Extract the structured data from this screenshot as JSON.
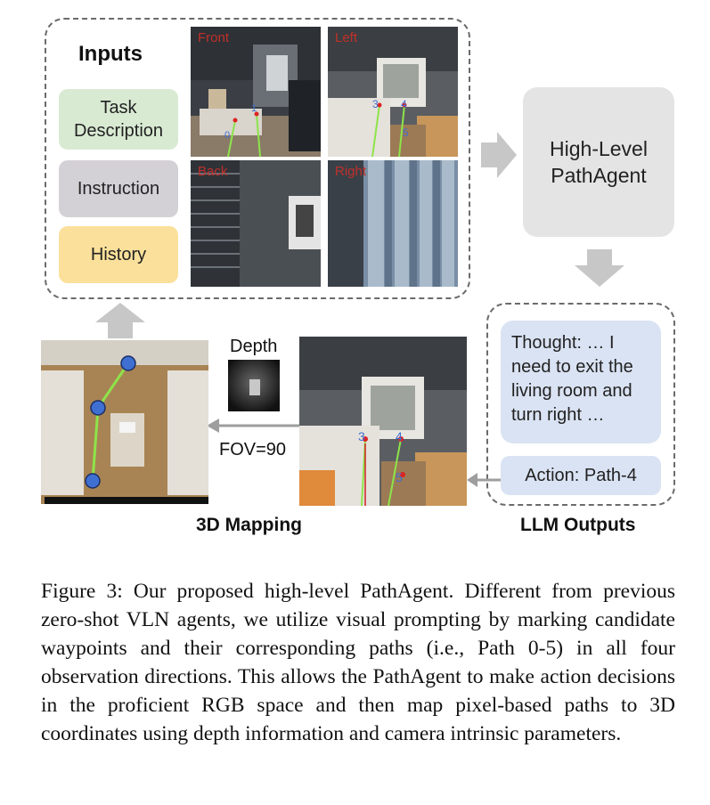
{
  "figure": {
    "inputs": {
      "title": "Inputs",
      "task_description": "Task Description",
      "instruction": "Instruction",
      "history": "History"
    },
    "views": {
      "front": "Front",
      "left": "Left",
      "back": "Back",
      "right": "Right"
    },
    "path_agent": "High-Level PathAgent",
    "depth_label": "Depth",
    "fov_label": "FOV=90",
    "mapping_label": "3D Mapping",
    "llm_outputs_label": "LLM Outputs",
    "thought": "Thought: … I need to exit the living room and turn right …",
    "action": "Action: Path-4",
    "waypoint_numbers": {
      "left_view": [
        "3",
        "4",
        "5"
      ],
      "front_view": [
        "0",
        "1"
      ],
      "main_view": [
        "3",
        "4",
        "5"
      ]
    },
    "colors": {
      "task_bg": "#d9ead3",
      "instruction_bg": "#d4d1d6",
      "history_bg": "#fbe09b",
      "agent_bg": "#e4e4e4",
      "llm_bg": "#dae3f3",
      "arrow_gray": "#c7c7c7",
      "waypoint_blue": "#3f6fd1",
      "path_green": "#8ee44a"
    }
  },
  "caption": "Figure 3: Our proposed high-level PathAgent. Different from previous zero-shot VLN agents, we utilize visual prompting by marking candidate waypoints and their corresponding paths (i.e., Path 0-5) in all four observation directions. This allows the PathAgent to make action decisions in the proficient RGB space and then map pixel-based paths to 3D coordinates using depth information and camera intrinsic parameters."
}
